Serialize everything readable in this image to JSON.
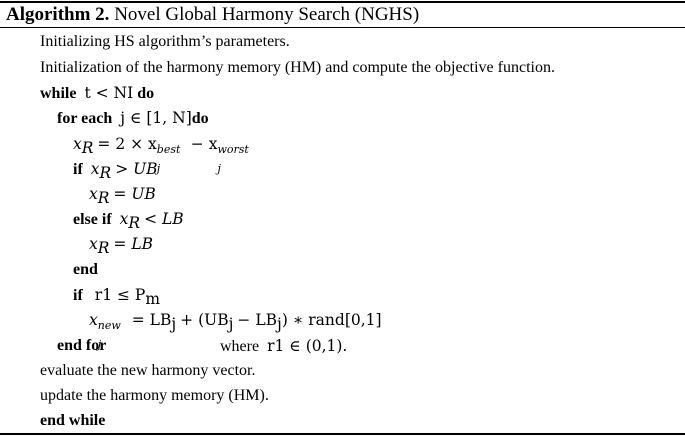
{
  "title": {
    "label": "Algorithm 2.",
    "name": "Novel Global Harmony Search (NGHS)"
  },
  "lines": {
    "init_params": "Initializing HS algorithm’s parameters.",
    "init_hm": "Initialization of the harmony memory (HM) and compute the objective function.",
    "while_kw": "while",
    "while_cond": "t < NI",
    "do_kw": "do",
    "foreach_kw": "for each",
    "foreach_cond": "j ∈ [1, N]",
    "foreach_do": "do",
    "xr_assign_lhs": "x",
    "xr_assign_lhs_sub": "R",
    "xr_assign_mid": "= 2 × x",
    "xr_assign_best": "best",
    "xr_assign_j1": "j",
    "xr_assign_minus": "− x",
    "xr_assign_worst": "worst",
    "xr_assign_j2": "j",
    "if1_kw": "if",
    "if1_cond_x": "x",
    "if1_cond_sub": "R",
    "if1_cond_rest": "> UB",
    "xr_ub_x": "x",
    "xr_ub_sub": "R",
    "xr_ub_rest": "= UB",
    "elseif_kw": "else if",
    "elseif_cond_x": "x",
    "elseif_cond_sub": "R",
    "elseif_cond_rest": "< LB",
    "xr_lb_x": "x",
    "xr_lb_sub": "R",
    "xr_lb_rest": "= LB",
    "end1_kw": "end",
    "if2_kw": "if",
    "if2_cond": "r1 ≤ P",
    "if2_cond_sub": "m",
    "xnew_x": "x",
    "xnew_sup": "new",
    "xnew_sub": "j",
    "xnew_rhs_1": "= LB",
    "xnew_rhs_1_sub": "j",
    "xnew_rhs_2": "+ (UB",
    "xnew_rhs_2_sub": "j",
    "xnew_rhs_3": "− LB",
    "xnew_rhs_3_sub": "j",
    "xnew_rhs_4": ") ∗ rand[0,1]",
    "endfor_kw": "end for",
    "where_text": "where",
    "where_cond": "r1 ∈ (0,1).",
    "evaluate": "evaluate the new harmony vector.",
    "update": "update the harmony memory (HM).",
    "endwhile_kw": "end while"
  }
}
